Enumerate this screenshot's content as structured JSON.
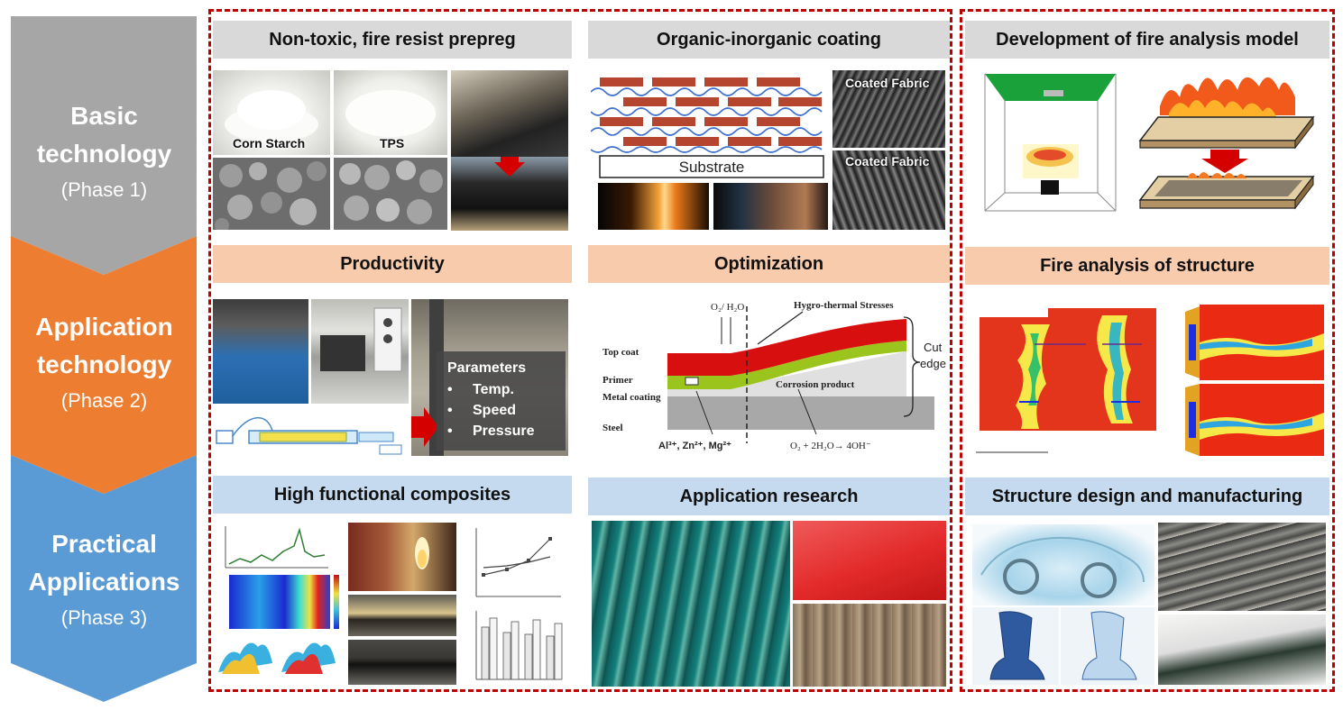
{
  "phases": [
    {
      "title_line1": "Basic",
      "title_line2": "technology",
      "subtitle": "(Phase 1)",
      "color": "#a6a6a6"
    },
    {
      "title_line1": "Application",
      "title_line2": "technology",
      "subtitle": "(Phase 2)",
      "color": "#ed7d31"
    },
    {
      "title_line1": "Practical",
      "title_line2": "Applications",
      "subtitle": "(Phase 3)",
      "color": "#5b9bd5"
    }
  ],
  "sections": {
    "prepreg": {
      "title": "Non-toxic, fire resist prepreg",
      "label_corn": "Corn Starch",
      "label_tps": "TPS"
    },
    "coating": {
      "title": "Organic-inorganic coating",
      "substrate": "Substrate",
      "coated1": "Coated Fabric",
      "coated2": "Coated Fabric"
    },
    "fire_model": {
      "title": "Development of fire analysis model"
    },
    "productivity": {
      "title": "Productivity",
      "params_title": "Parameters",
      "params": [
        "Temp.",
        "Speed",
        "Pressure"
      ]
    },
    "optimization": {
      "title": "Optimization",
      "o2": "O₂/ H₂O",
      "stress": "Hygro-thermal Stresses",
      "top_coat": "Top coat",
      "primer": "Primer",
      "metal_coating": "Metal coating",
      "steel": "Steel",
      "corrosion": "Corrosion product",
      "cut_edge_1": "Cut",
      "cut_edge_2": "edge",
      "ions": "Al³⁺, Zn²⁺, Mg²⁺",
      "reaction": "O₂ + 2H₂O→ 4OH⁻"
    },
    "fire_structure": {
      "title": "Fire analysis of structure"
    },
    "composites": {
      "title": "High functional composites"
    },
    "application": {
      "title": "Application research"
    },
    "structure_design": {
      "title": "Structure design and manufacturing"
    }
  },
  "colors": {
    "frame": "#c00000",
    "gray_header": "#d9d9d9",
    "orange_header": "#f8cbad",
    "blue_header": "#c5d9ef"
  }
}
